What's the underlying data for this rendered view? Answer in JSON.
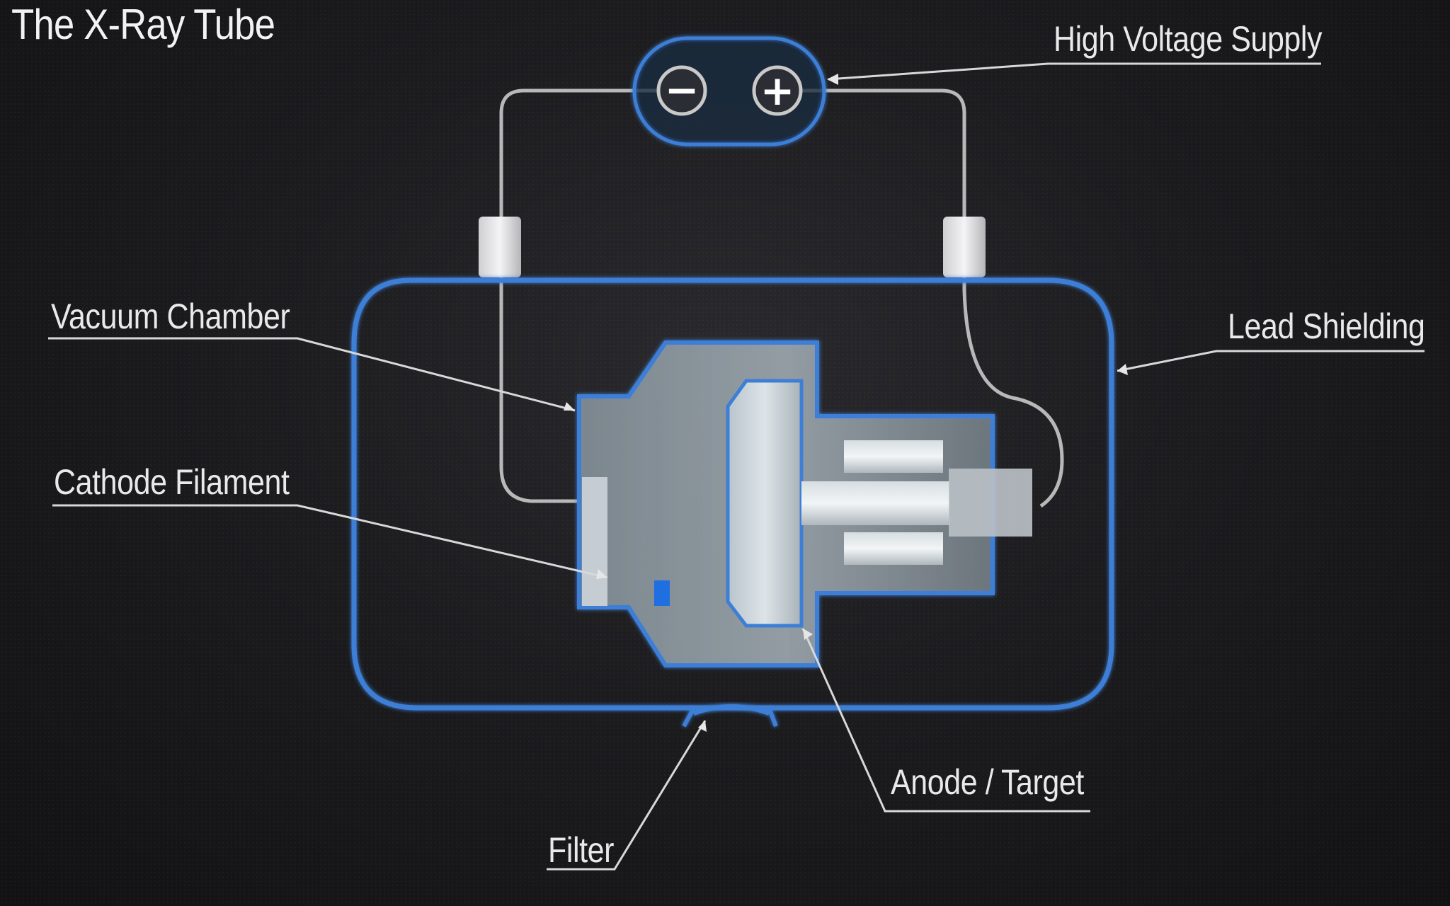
{
  "title": "The X-Ray Tube",
  "labels": {
    "high_voltage_supply": "High Voltage Supply",
    "lead_shielding": "Lead Shielding",
    "vacuum_chamber": "Vacuum Chamber",
    "cathode_filament": "Cathode Filament",
    "anode_target": "Anode / Target",
    "filter": "Filter"
  },
  "terminals": {
    "negative": "−",
    "positive": "+"
  },
  "colors": {
    "background": "#1c1c1f",
    "outline_blue": "#3d7fd6",
    "label_text": "#e9e9e9",
    "wire": "#b8b8b8"
  }
}
